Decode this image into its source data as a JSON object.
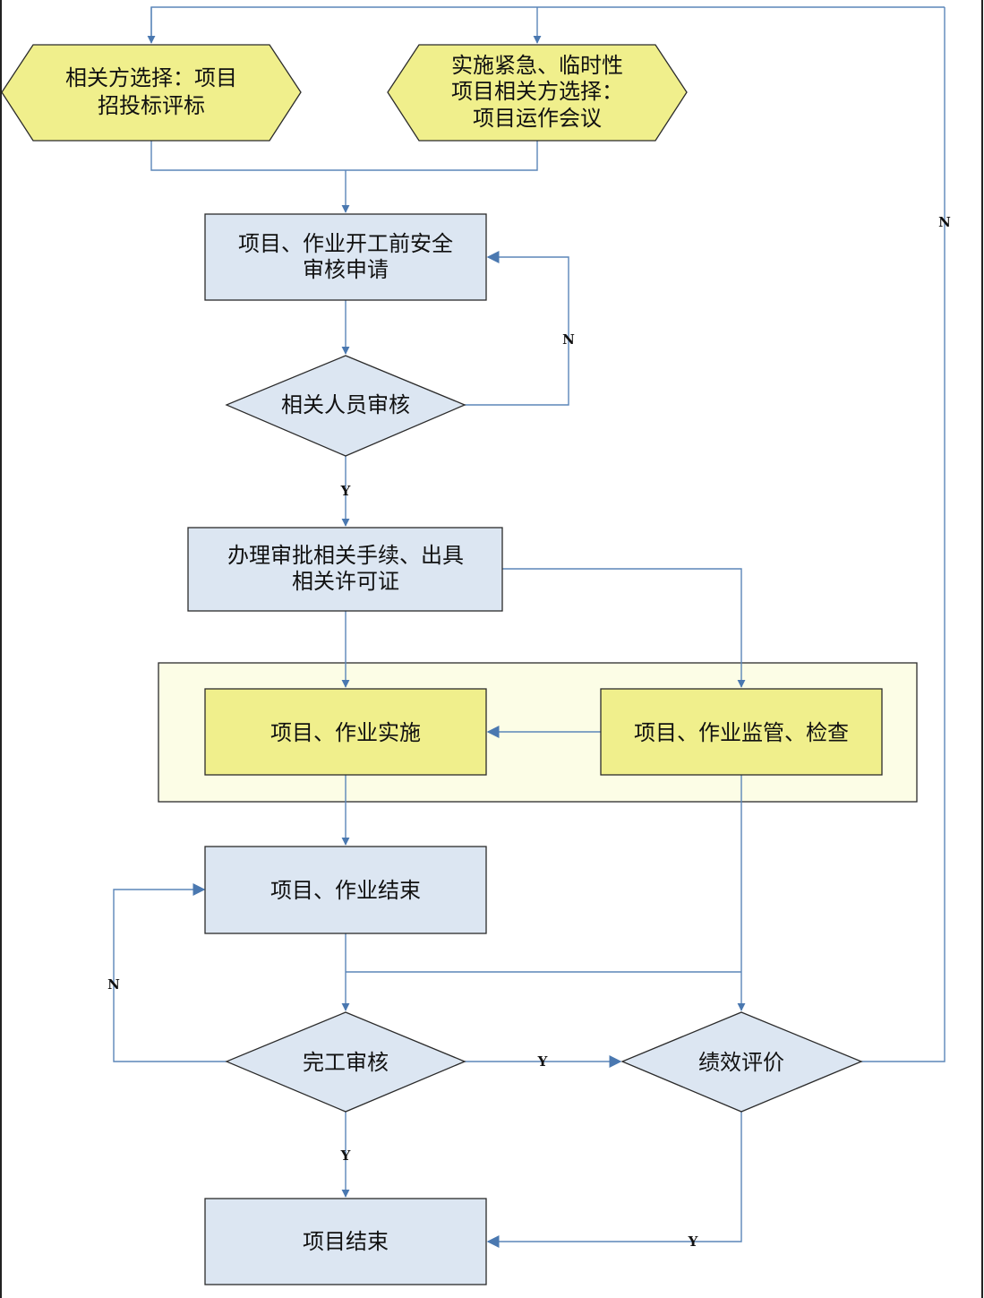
{
  "nodes": {
    "bidding": [
      "相关方选择：项目",
      "招投标评标"
    ],
    "emergency": [
      "实施紧急、临时性",
      "项目相关方选择：",
      "项目运作会议"
    ],
    "safety_apply": [
      "项目、作业开工前安全",
      "审核申请"
    ],
    "staff_review": "相关人员审核",
    "approval": [
      "办理审批相关手续、出具",
      "相关许可证"
    ],
    "implement": "项目、作业实施",
    "supervise": "项目、作业监管、检查",
    "work_end": "项目、作业结束",
    "completion_review": "完工审核",
    "performance_eval": "绩效评价",
    "project_end": "项目结束"
  },
  "edge_labels": {
    "no": "N",
    "yes": "Y"
  },
  "colors": {
    "process_fill": "#dce6f2",
    "highlight_fill": "#f0ef8c",
    "group_fill": "#fcfde6",
    "connector": "#5b86b9"
  }
}
